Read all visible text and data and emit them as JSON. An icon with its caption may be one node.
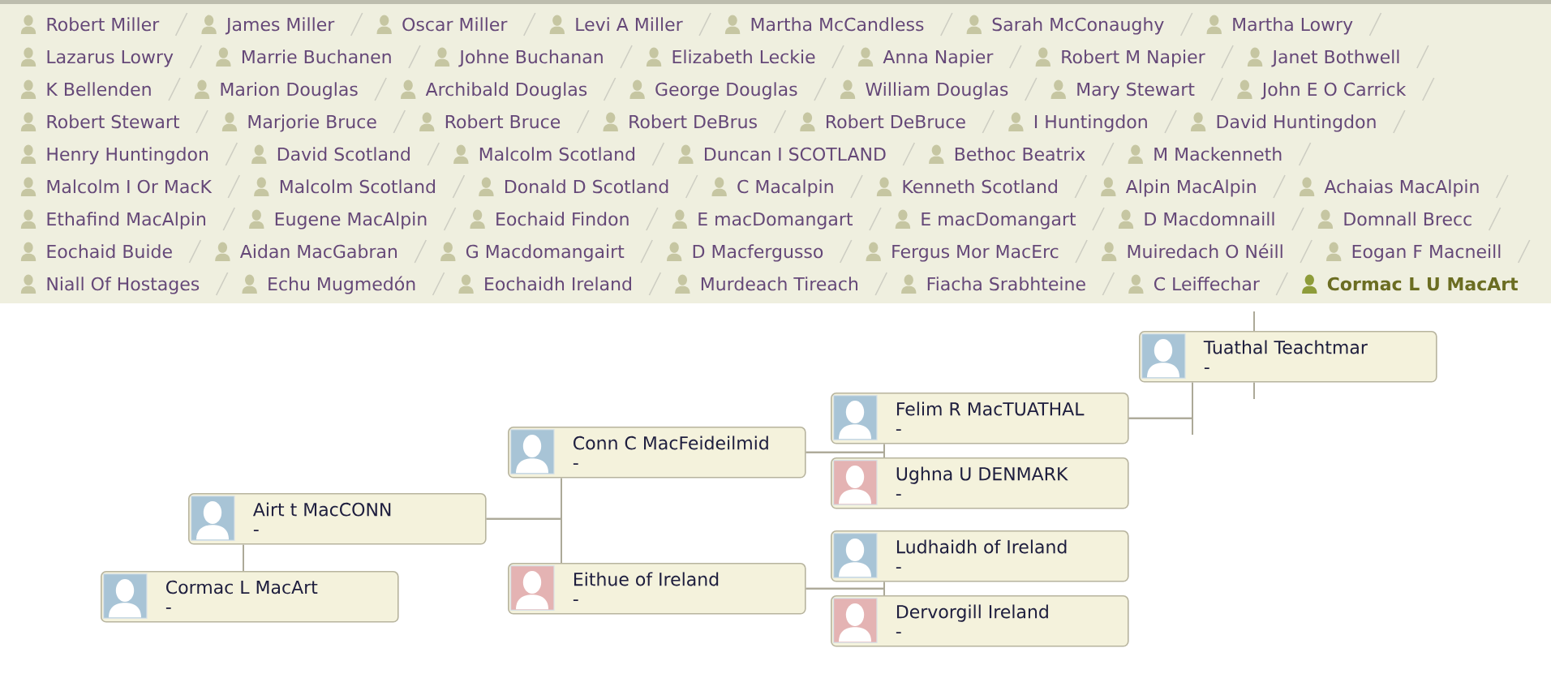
{
  "diagram": {
    "nodes": [
      {
        "text": [
          "Cormac L MacArt",
          "-"
        ]
      },
      {
        "text": [
          "Airt t MacCONN",
          "-"
        ]
      },
      {
        "text": [
          "Conn C MacFeideilmid",
          "-"
        ]
      },
      {
        "text": [
          "Eithue of Ireland",
          "-"
        ]
      },
      {
        "text": [
          "Felim R MacTUATHAL",
          "-"
        ]
      },
      {
        "text": [
          "Ughna U DENMARK",
          "-"
        ]
      },
      {
        "text": [
          "Ludhaidh of Ireland",
          "-"
        ]
      },
      {
        "text": [
          "Dervorgill Ireland",
          "-"
        ]
      },
      {
        "text": [
          "Tuathal Teachtmar",
          "-"
        ]
      }
    ],
    "edges": [
      {
        "from": 0,
        "to": 1,
        "arrow": "none"
      },
      {
        "from": 1,
        "to": 2,
        "arrow": "none"
      },
      {
        "from": 1,
        "to": 3,
        "arrow": "none"
      },
      {
        "from": 2,
        "to": 4,
        "arrow": "none"
      },
      {
        "from": 2,
        "to": 5,
        "arrow": "none"
      },
      {
        "from": 3,
        "to": 6,
        "arrow": "none"
      },
      {
        "from": 3,
        "to": 7,
        "arrow": "none"
      },
      {
        "from": 4,
        "to": 8,
        "arrow": "none"
      },
      {
        "from": 4,
        "to": null,
        "arrow": "none"
      },
      {
        "from": 8,
        "to": null,
        "arrow": "none"
      },
      {
        "from": 8,
        "to": null,
        "arrow": "none"
      }
    ],
    "labels": [
      "Robert Miller",
      "James Miller",
      "Oscar Miller",
      "Levi A Miller",
      "Martha McCandless",
      "Sarah McConaughy",
      "Martha Lowry",
      "Lazarus Lowry",
      "Marrie Buchanen",
      "Johne Buchanan",
      "Elizabeth Leckie",
      "Anna Napier",
      "Robert M Napier",
      "Janet Bothwell",
      "K Bellenden",
      "Marion Douglas",
      "Archibald Douglas",
      "George Douglas",
      "William Douglas",
      "Mary Stewart",
      "John E O Carrick",
      "Robert Stewart",
      "Marjorie Bruce",
      "Robert Bruce",
      "Robert DeBrus",
      "Robert DeBruce",
      "I Huntingdon",
      "David Huntingdon",
      "Henry Huntingdon",
      "David Scotland",
      "Malcolm Scotland",
      "Duncan I SCOTLAND",
      "Bethoc Beatrix",
      "M Mackenneth",
      "Malcolm I Or MacK",
      "Malcolm Scotland",
      "Donald D Scotland",
      "C Macalpin",
      "Kenneth Scotland",
      "Alpin MacAlpin",
      "Achaias MacAlpin",
      "Ethafind MacAlpin",
      "Eugene MacAlpin",
      "Eochaid Findon",
      "E macDomangart",
      "E macDomangart",
      "D Macdomnaill",
      "Domnall Brecc",
      "Eochaid Buide",
      "Aidan MacGabran",
      "G Macdomangairt",
      "D Macfergusso",
      "Fergus Mor MacErc",
      "Muiredach O Néill",
      "Eogan F Macneill",
      "Niall Of Hostages",
      "Echu Mugmedón",
      "Eochaidh Ireland",
      "Murdeach Tireach",
      "Fiacha Srabhteine",
      "C Leiffechar",
      "Cormac L U MacArt"
    ]
  }
}
